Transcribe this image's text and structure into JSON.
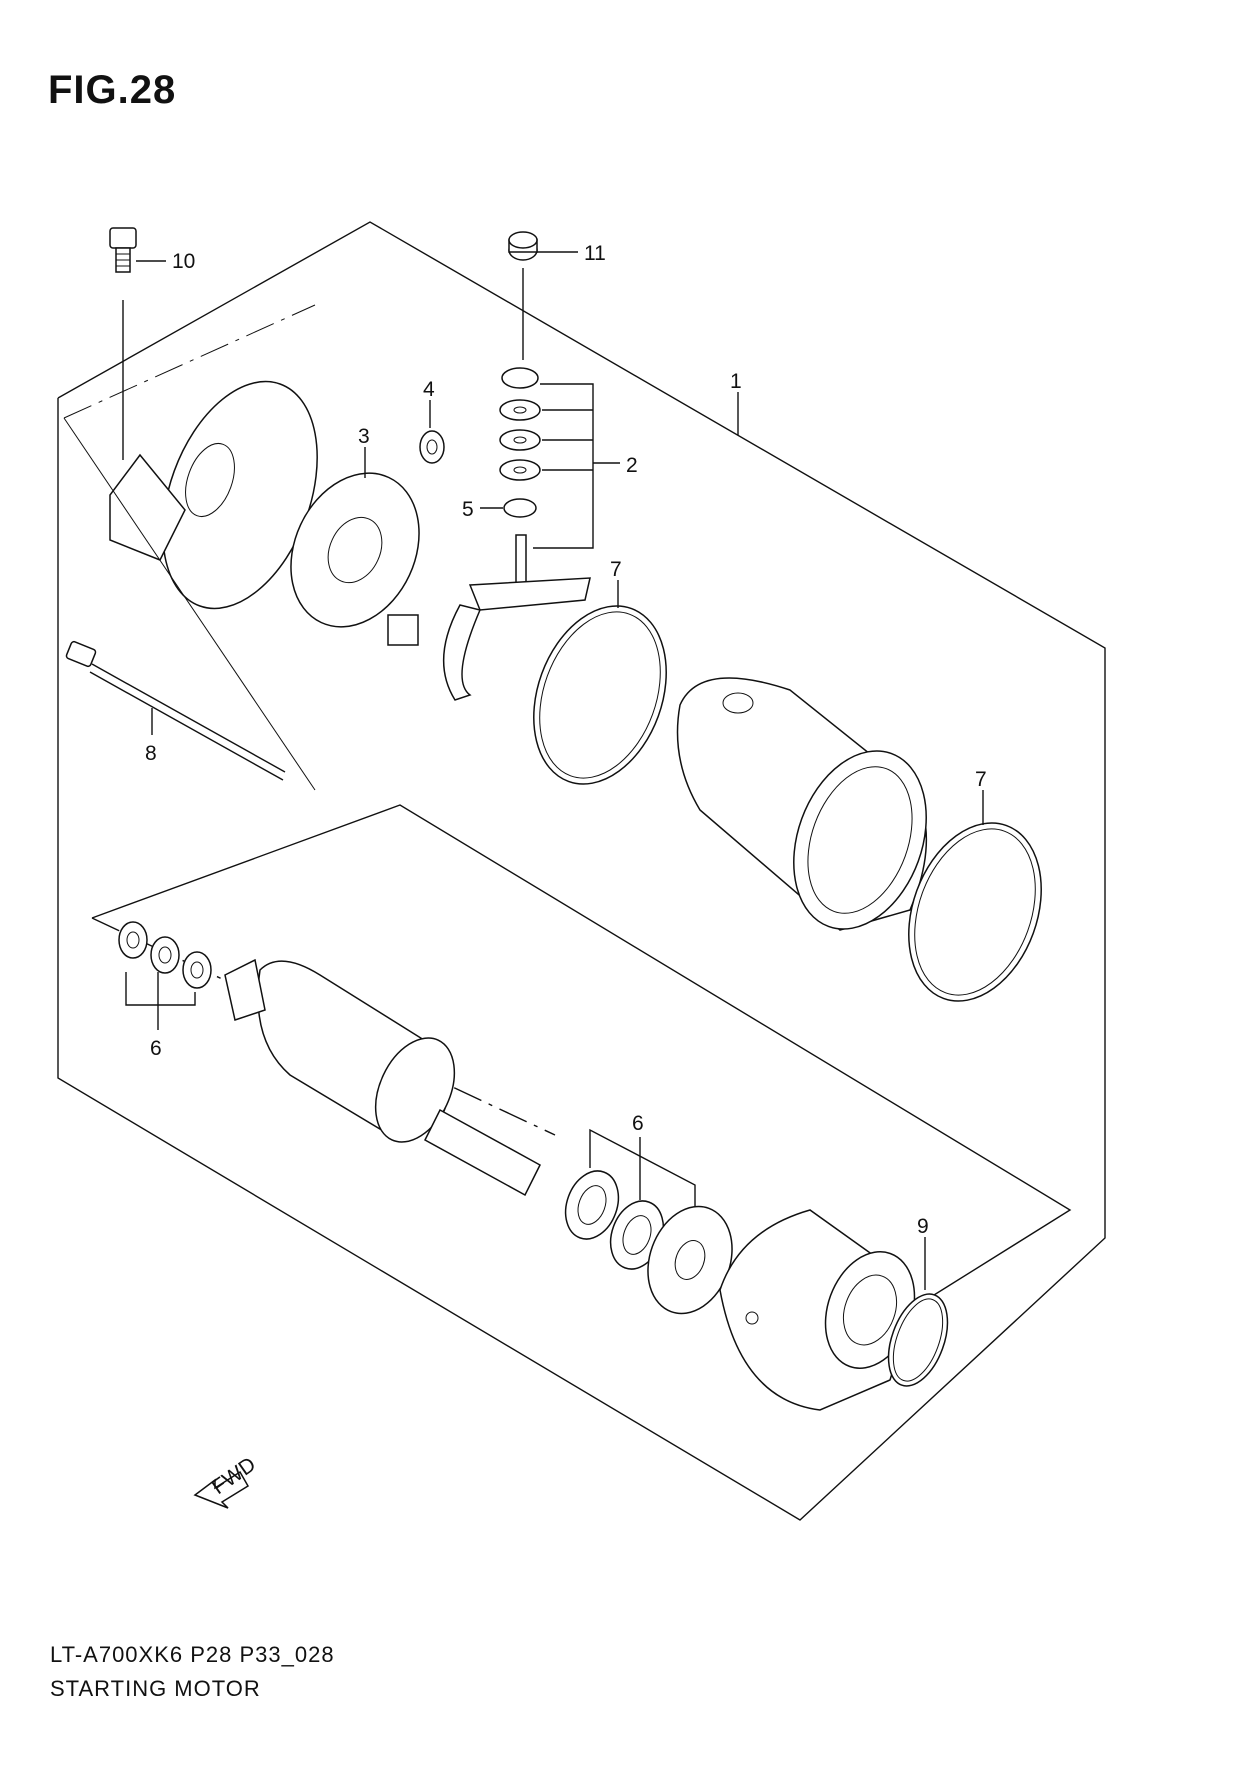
{
  "figure": {
    "title": "FIG.28"
  },
  "footer": {
    "code": "LT-A700XK6 P28 P33_028",
    "name": "STARTING MOTOR"
  },
  "fwd_label": "FWD",
  "callouts": [
    {
      "id": "1",
      "text": "1"
    },
    {
      "id": "2",
      "text": "2"
    },
    {
      "id": "3",
      "text": "3"
    },
    {
      "id": "4",
      "text": "4"
    },
    {
      "id": "5",
      "text": "5"
    },
    {
      "id": "6a",
      "text": "6"
    },
    {
      "id": "6b",
      "text": "6"
    },
    {
      "id": "7a",
      "text": "7"
    },
    {
      "id": "7b",
      "text": "7"
    },
    {
      "id": "8",
      "text": "8"
    },
    {
      "id": "9",
      "text": "9"
    },
    {
      "id": "10",
      "text": "10"
    },
    {
      "id": "11",
      "text": "11"
    }
  ]
}
